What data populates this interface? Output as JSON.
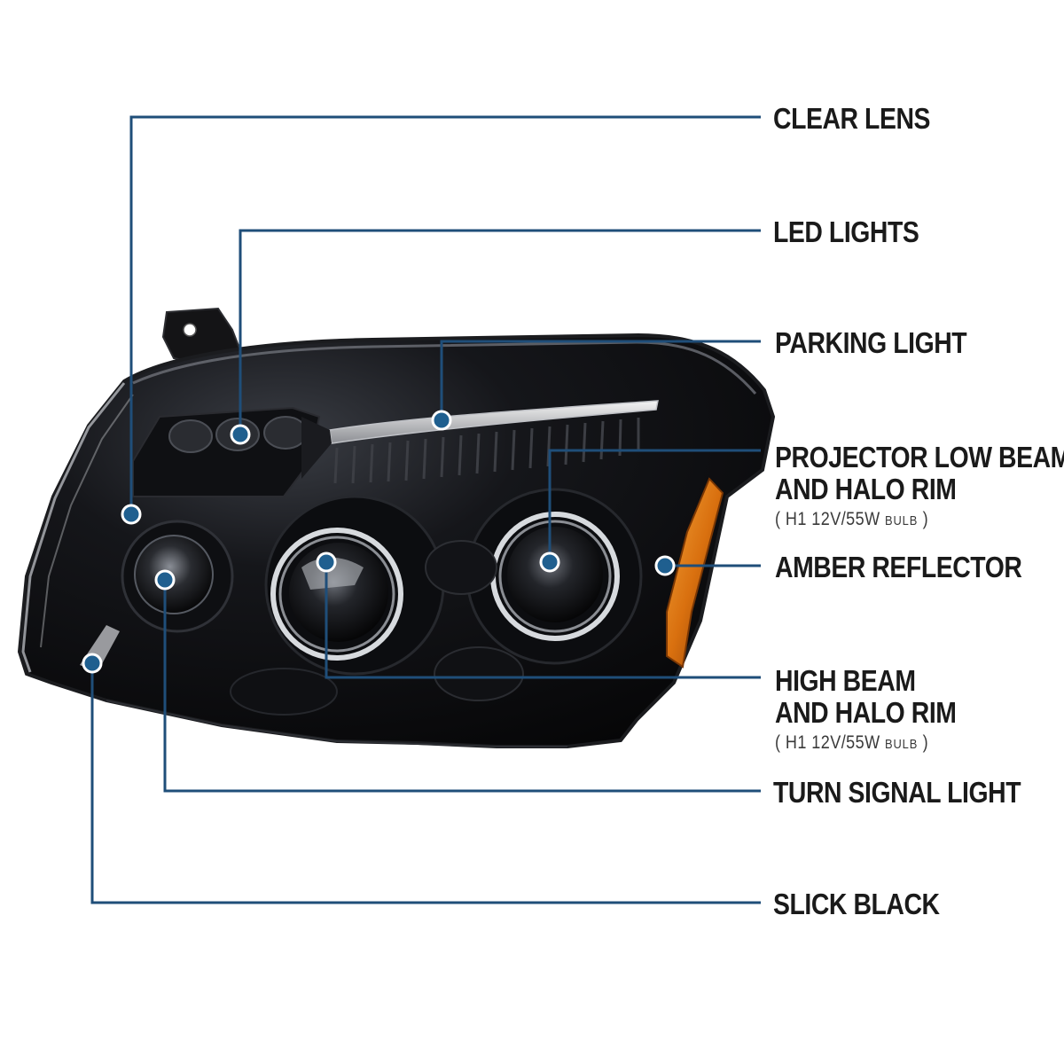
{
  "colors": {
    "callout_line": "#1f4e79",
    "callout_dot": "#1f5f8f",
    "lens_body": "#0b0b0d",
    "amber": "#d9700f"
  },
  "labels": {
    "clear_lens": "CLEAR LENS",
    "led_lights": "LED LIGHTS",
    "parking_light": "PARKING LIGHT",
    "projector_low_beam_line1": "PROJECTOR LOW BEAM",
    "projector_low_beam_line2": "AND HALO RIM",
    "projector_low_beam_bulb": {
      "open": "( ",
      "bulb": "H1  12V/55W",
      "unit": "BULB",
      "close": " )"
    },
    "amber_reflector": "AMBER REFLECTOR",
    "high_beam_line1": "HIGH BEAM",
    "high_beam_line2": "AND HALO RIM",
    "high_beam_bulb": {
      "open": "( ",
      "bulb": "H1  12V/55W",
      "unit": "BULB",
      "close": " )"
    },
    "turn_signal_light": "TURN SIGNAL LIGHT",
    "slick_black": "SLICK BLACK"
  },
  "icons": {
    "callout_marker": "circle-dot-icon"
  }
}
